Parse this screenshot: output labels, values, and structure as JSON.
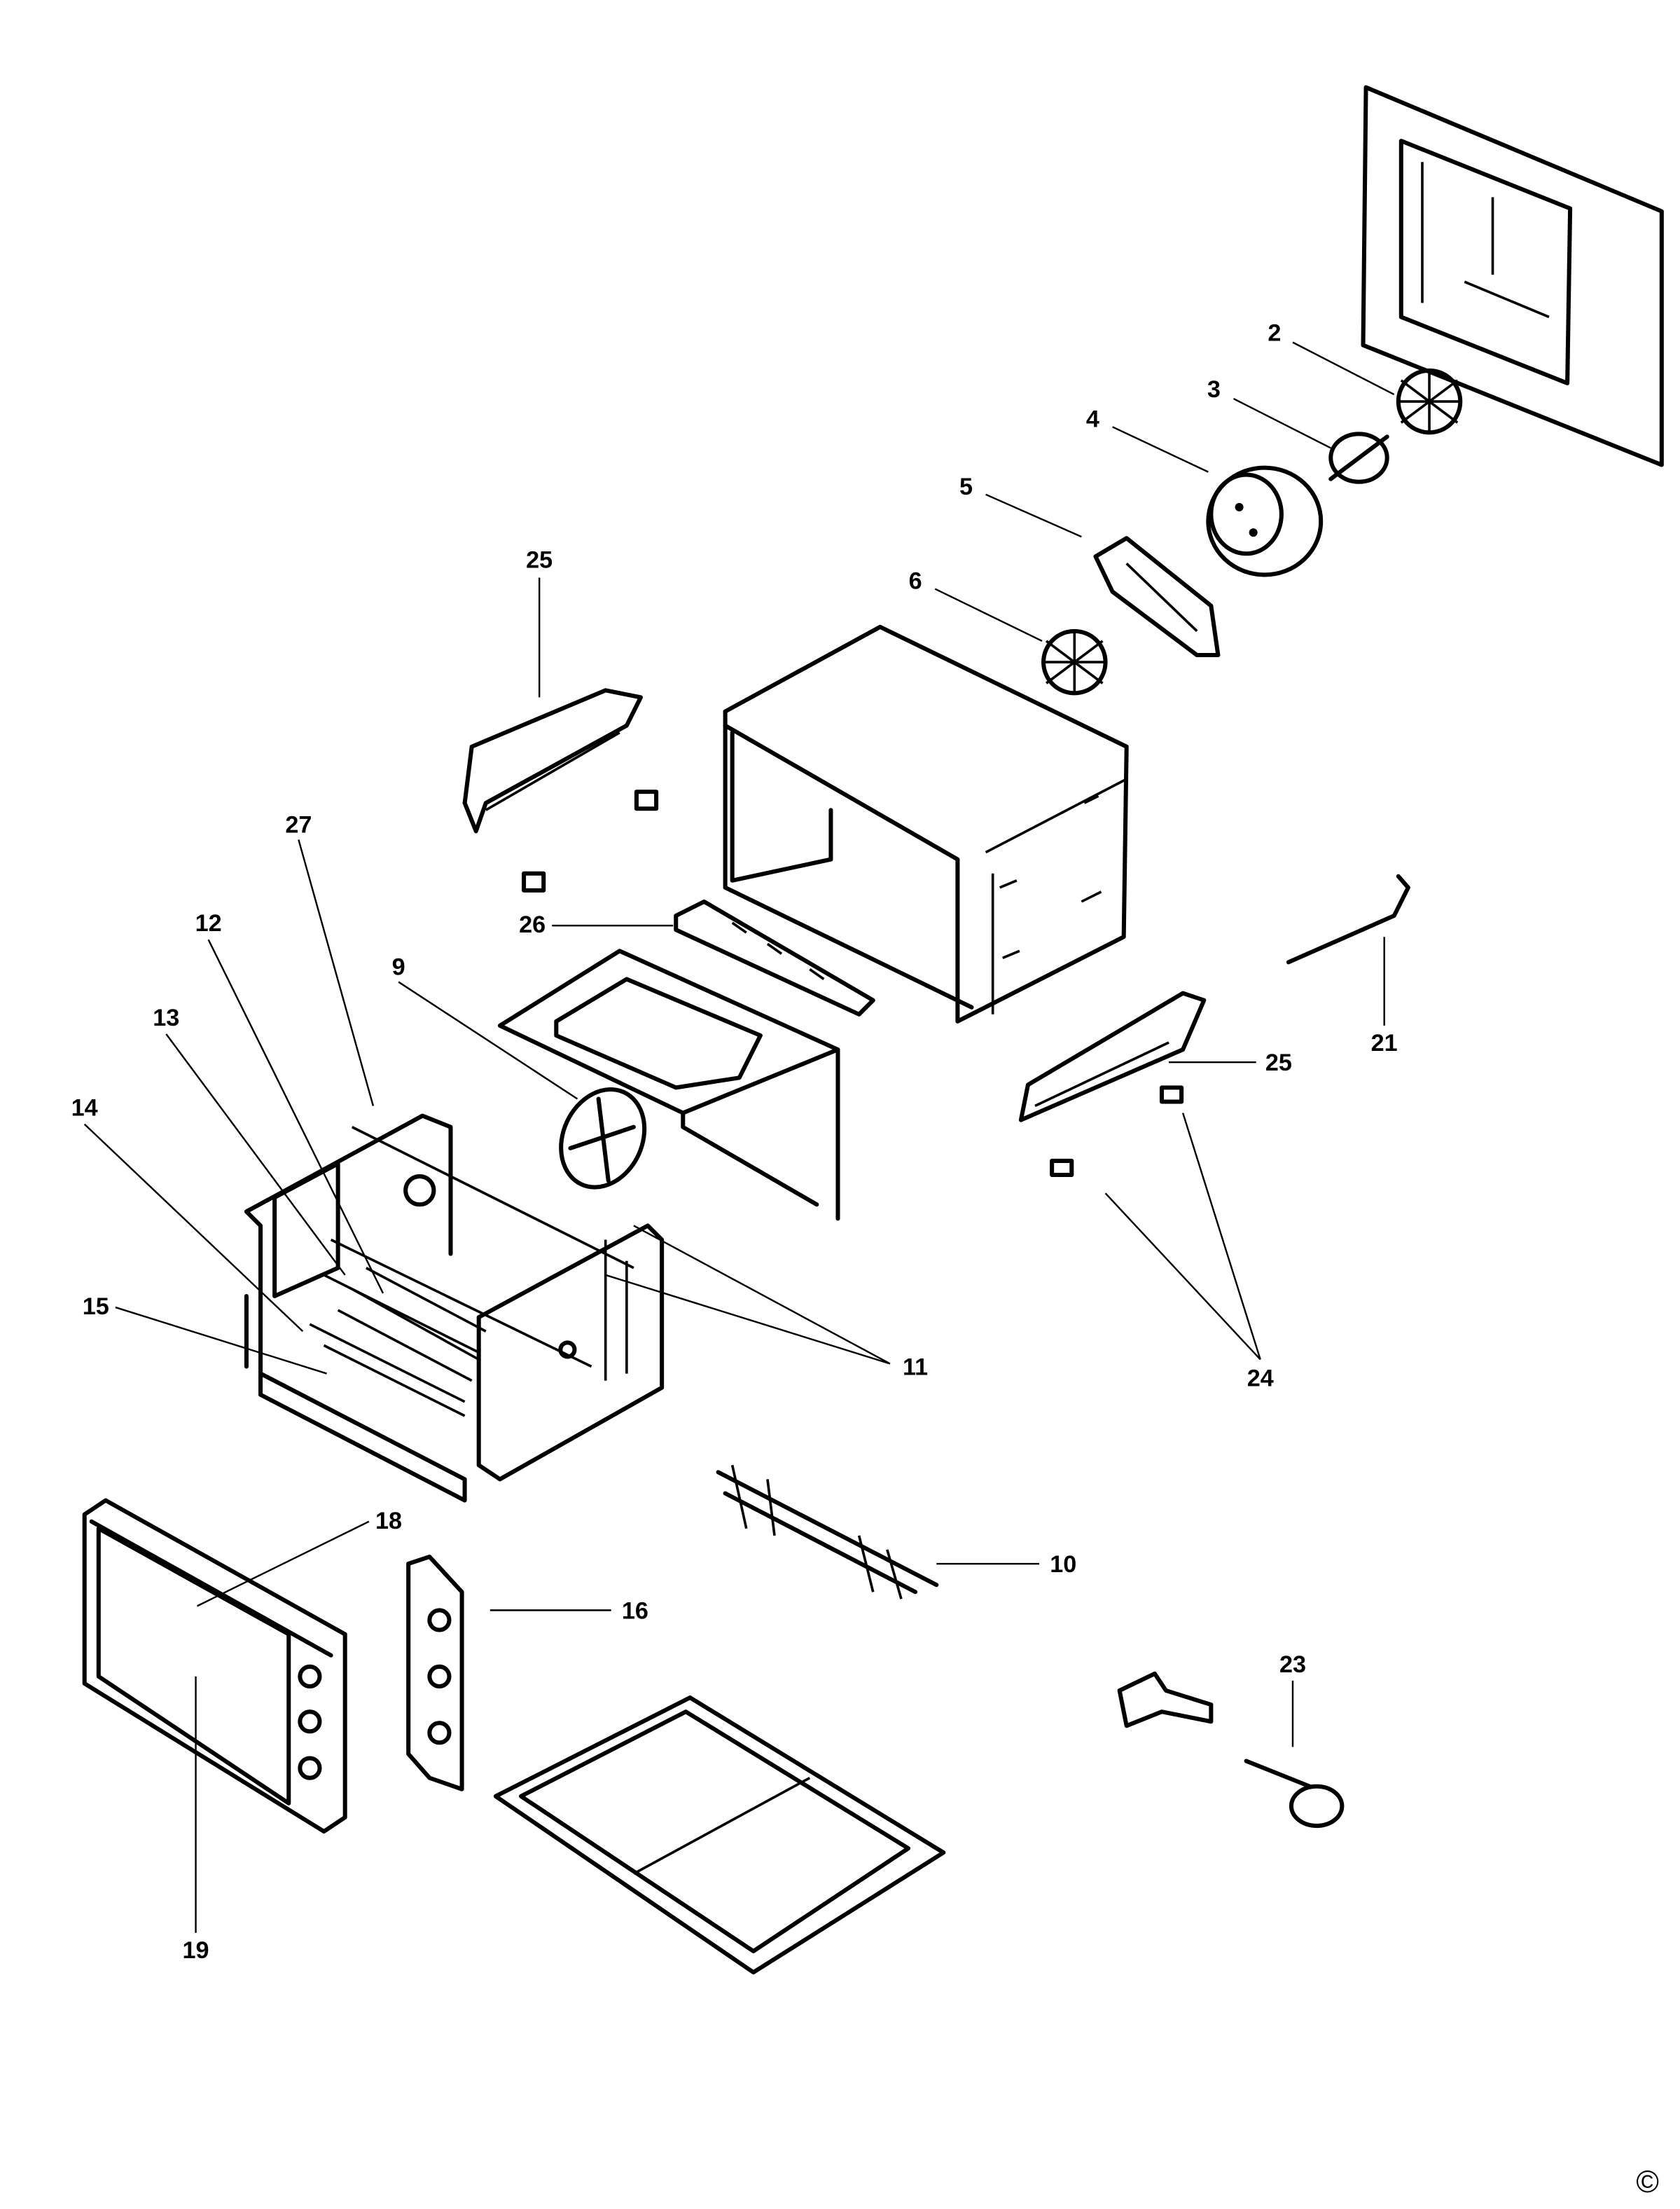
{
  "diagram": {
    "callouts": {
      "c2": "2",
      "c3": "3",
      "c4": "4",
      "c5": "5",
      "c6": "6",
      "c9": "9",
      "c10": "10",
      "c11": "11",
      "c12": "12",
      "c13": "13",
      "c14": "14",
      "c15": "15",
      "c16": "16",
      "c18": "18",
      "c19": "19",
      "c21": "21",
      "c23": "23",
      "c24": "24",
      "c25a": "25",
      "c25b": "25",
      "c26": "26",
      "c27": "27"
    },
    "copyright": "©"
  }
}
